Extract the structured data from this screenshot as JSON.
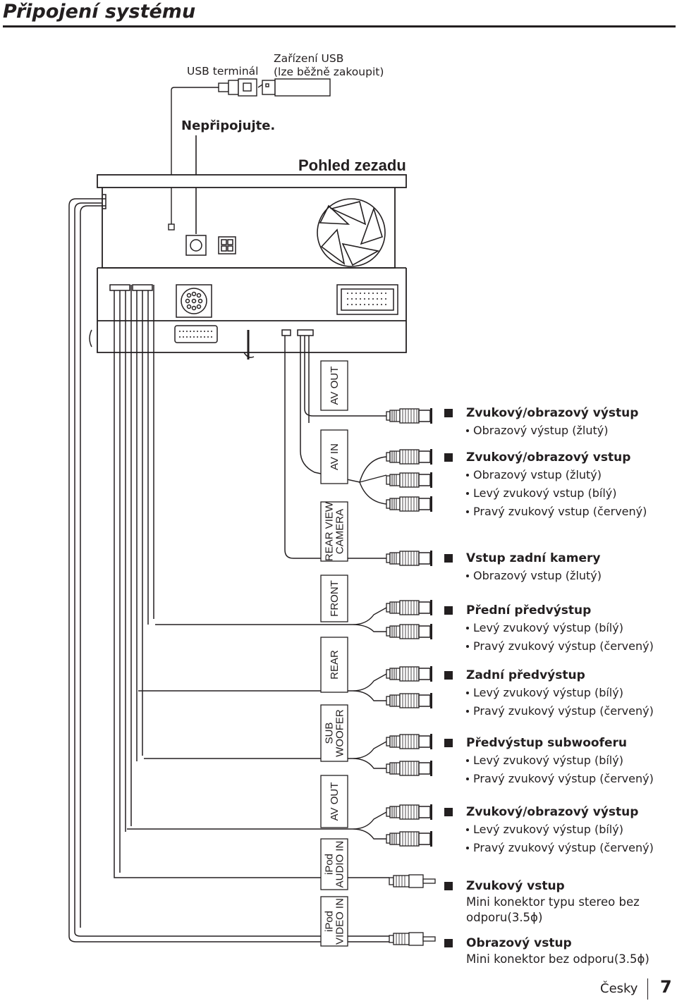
{
  "title": "Připojení systému",
  "top_labels": {
    "usb_terminal": "USB terminál",
    "usb_device_line1": "Zařízení USB",
    "usb_device_line2": "(lze běžně zakoupit)",
    "do_not_connect": "Nepřipojujte.",
    "rear_view": "Pohled zezadu"
  },
  "cable_labels": [
    {
      "lines": [
        "AV OUT"
      ]
    },
    {
      "lines": [
        "AV IN"
      ]
    },
    {
      "lines": [
        "REAR VIEW",
        "CAMERA"
      ]
    },
    {
      "lines": [
        "FRONT"
      ]
    },
    {
      "lines": [
        "REAR"
      ]
    },
    {
      "lines": [
        "SUB",
        "WOOFER"
      ]
    },
    {
      "lines": [
        "AV OUT"
      ]
    },
    {
      "lines": [
        "iPod",
        "AUDIO IN"
      ]
    },
    {
      "lines": [
        "iPod",
        "VIDEO IN"
      ]
    }
  ],
  "sections": [
    {
      "title": "Zvukový/obrazový výstup",
      "items": [
        "Obrazový výstup (žlutý)"
      ]
    },
    {
      "title": "Zvukový/obrazový vstup",
      "items": [
        "Obrazový vstup (žlutý)",
        "Levý zvukový vstup (bílý)",
        "Pravý zvukový vstup (červený)"
      ]
    },
    {
      "title": "Vstup zadní kamery",
      "items": [
        "Obrazový vstup (žlutý)"
      ]
    },
    {
      "title": "Přední předvýstup",
      "items": [
        "Levý zvukový výstup (bílý)",
        "Pravý zvukový výstup (červený)"
      ]
    },
    {
      "title": "Zadní předvýstup",
      "items": [
        "Levý zvukový výstup (bílý)",
        "Pravý zvukový výstup (červený)"
      ]
    },
    {
      "title": "Předvýstup subwooferu",
      "items": [
        "Levý zvukový výstup (bílý)",
        "Pravý zvukový výstup (červený)"
      ]
    },
    {
      "title": "Zvukový/obrazový výstup",
      "items": [
        "Levý zvukový výstup (bílý)",
        "Pravý zvukový výstup (červený)"
      ]
    },
    {
      "title": "Zvukový vstup",
      "desc": [
        "Mini konektor typu stereo bez",
        "odporu(3.5ϕ)"
      ]
    },
    {
      "title": "Obrazový vstup",
      "desc": [
        "Mini konektor bez odporu(3.5ϕ)"
      ]
    }
  ],
  "footer": {
    "language": "Česky",
    "page": "7"
  },
  "colors": {
    "ink": "#231f20",
    "paper": "#ffffff"
  }
}
